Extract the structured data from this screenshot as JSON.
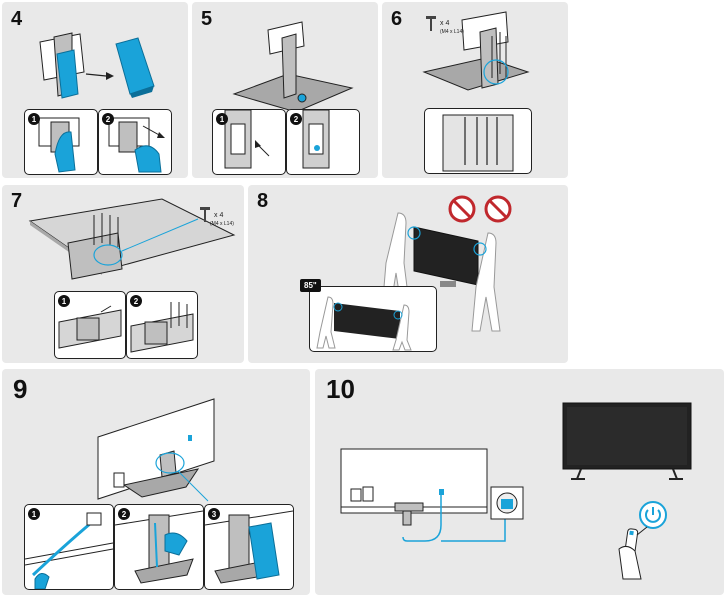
{
  "steps": {
    "s4": {
      "number": "4",
      "sub": [
        "1",
        "2"
      ]
    },
    "s5": {
      "number": "5",
      "sub": [
        "1",
        "2"
      ]
    },
    "s6": {
      "number": "6",
      "screw_qty": "x 4",
      "screw_spec": "(M4 x L14)"
    },
    "s7": {
      "number": "7",
      "screw_qty": "x 4",
      "screw_spec": "(M4 x L14)",
      "sub": [
        "1",
        "2"
      ]
    },
    "s8": {
      "number": "8",
      "size_label": "85\""
    },
    "s9": {
      "number": "9",
      "sub": [
        "1",
        "2",
        "3"
      ]
    },
    "s10": {
      "number": "10"
    }
  },
  "colors": {
    "panel": "#e9e9e9",
    "accent": "#1aa3d9",
    "line": "#222222"
  },
  "icons": [
    "screw-icon",
    "no-lifting-by-screen-icon",
    "no-pressing-screen-icon",
    "power-button-icon",
    "wall-outlet-icon",
    "remote-control-icon"
  ]
}
